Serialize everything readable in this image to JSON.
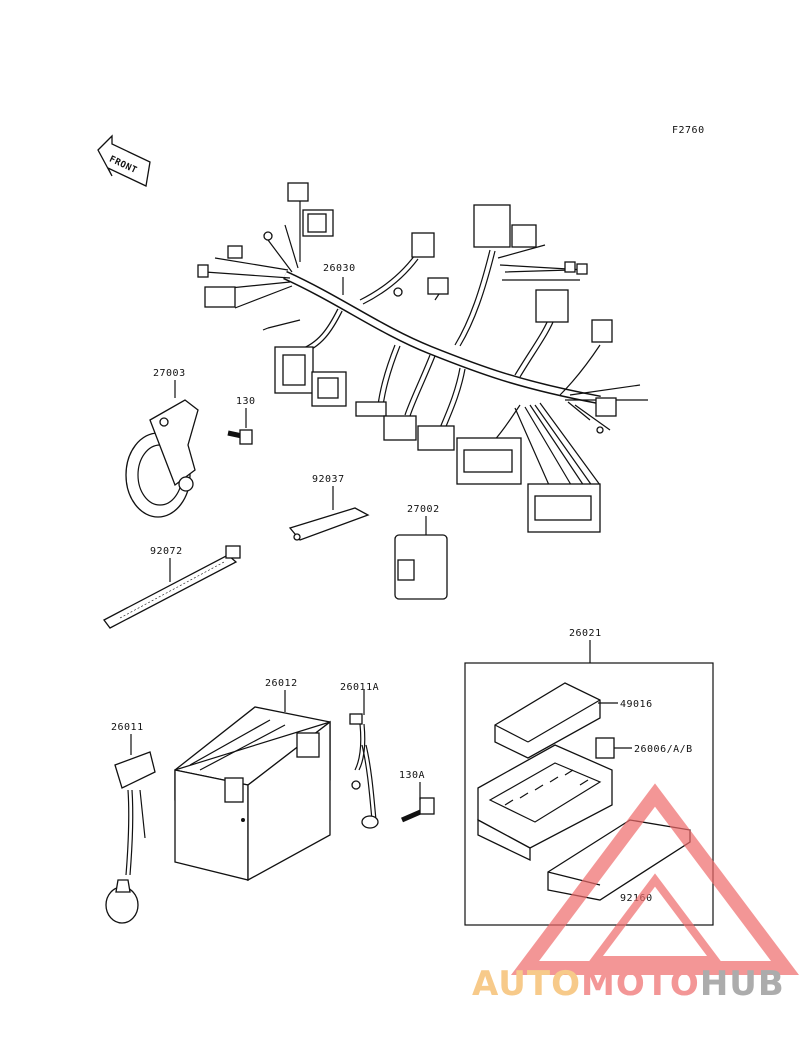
{
  "figure_code": "F2760",
  "front_label": "FRONT",
  "parts": {
    "p26030": "26030",
    "p27003": "27003",
    "p130": "130",
    "p92037": "92037",
    "p27002": "27002",
    "p92072": "92072",
    "p26021": "26021",
    "p49016": "49016",
    "p26006": "26006/A/B",
    "p26012": "26012",
    "p26011A": "26011A",
    "p26011": "26011",
    "p130A": "130A",
    "p92160": "92160"
  },
  "watermark": {
    "part1": "AUTO",
    "part2": "MOTO",
    "part3": "HUB",
    "color1": "#f4b459",
    "color2": "#ef6a6a",
    "color3": "#8a8a8a"
  }
}
